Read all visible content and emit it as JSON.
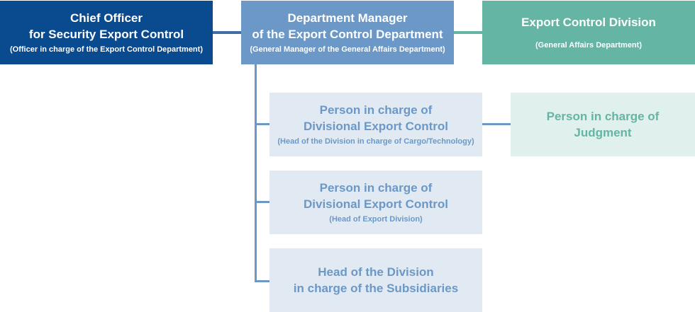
{
  "chief": {
    "title": "Chief Officer\nfor Security Export Control",
    "sub": "(Officer in charge of the Export Control Department)",
    "color": "#0a4a8f"
  },
  "manager": {
    "title": "Department Manager\nof the Export Control Department",
    "sub": "(General Manager of the General Affairs Department)",
    "color": "#6b98c7"
  },
  "division": {
    "title": "Export Control Division",
    "sub": "(General Affairs Department)",
    "color": "#65b5a4"
  },
  "persons": [
    {
      "title": "Person in charge of\nDivisional Export Control",
      "sub": "(Head of the Division in charge of Cargo/Technology)"
    },
    {
      "title": "Person in charge of\nDivisional Export Control",
      "sub": "(Head of Export Division)"
    },
    {
      "title": "Head of the Division\nin charge of the Subsidiaries"
    }
  ],
  "judgment": {
    "title": "Person in charge of\nJudgment",
    "color": "#65b5a4"
  }
}
